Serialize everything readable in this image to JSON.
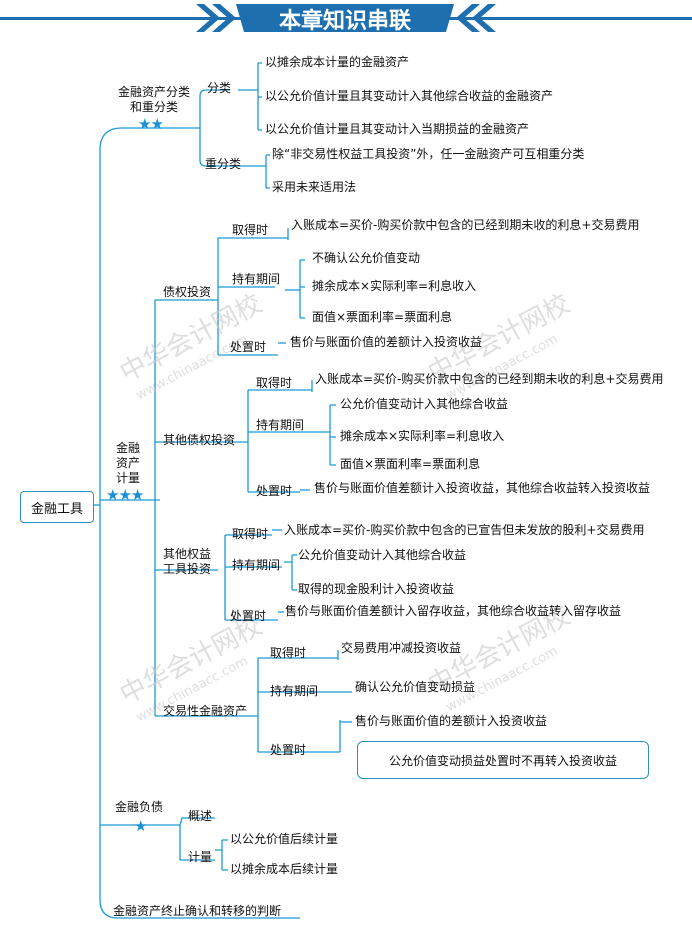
{
  "title": "本章知识串联",
  "watermark": {
    "cn": "中华会计网校",
    "url": "www.chinaacc.com"
  },
  "colors": {
    "line": "#1a9bd7",
    "title_bg": "#1d6fb0",
    "title_text": "#ffffff",
    "star": "#1b8fd6",
    "root_border": "#2a8fbf"
  },
  "root": "金融工具",
  "classification": {
    "label_line1": "金融资产分类",
    "label_line2": "和重分类",
    "stars": "★★",
    "fenlei": {
      "label": "分类",
      "items": [
        "以摊余成本计量的金融资产",
        "以公允价值计量且其变动计入其他综合收益的金融资产",
        "以公允价值计量且其变动计入当期损益的金融资产"
      ]
    },
    "chongfenlei": {
      "label": "重分类",
      "items": [
        "除“非交易性权益工具投资”外，任一金融资产可互相重分类",
        "采用未来适用法"
      ]
    }
  },
  "measurement": {
    "label_line1": "金融",
    "label_line2": "资产",
    "label_line3": "计量",
    "stars": "★★★",
    "debt": {
      "label": "债权投资",
      "acquire_label": "取得时",
      "acquire": "入账成本=买价-购买价款中包含的已经到期未收的利息+交易费用",
      "hold_label": "持有期间",
      "hold": [
        "不确认公允价值变动",
        "摊余成本×实际利率=利息收入",
        "面值×票面利率=票面利息"
      ],
      "dispose_label": "处置时",
      "dispose": "售价与账面价值的差额计入投资收益"
    },
    "other_debt": {
      "label": "其他债权投资",
      "acquire_label": "取得时",
      "acquire": "入账成本=买价-购买价款中包含的已经到期未收的利息+交易费用",
      "hold_label": "持有期间",
      "hold": [
        "公允价值变动计入其他综合收益",
        "摊余成本×实际利率=利息收入",
        "面值×票面利率=票面利息"
      ],
      "dispose_label": "处置时",
      "dispose": "售价与账面价值差额计入投资收益，其他综合收益转入投资收益"
    },
    "other_equity": {
      "label_line1": "其他权益",
      "label_line2": "工具投资",
      "acquire_label": "取得时",
      "acquire": "入账成本=买价-购买价款中包含的已宣告但未发放的股利+交易费用",
      "hold_label": "持有期间",
      "hold": [
        "公允价值变动计入其他综合收益",
        "取得的现金股利计入投资收益"
      ],
      "dispose_label": "处置时",
      "dispose": "售价与账面价值差额计入留存收益，其他综合收益转入留存收益"
    },
    "trading": {
      "label": "交易性金融资产",
      "acquire_label": "取得时",
      "acquire": "交易费用冲减投资收益",
      "hold_label": "持有期间",
      "hold": "确认公允价值变动损益",
      "dispose_label": "处置时",
      "dispose": "售价与账面价值的差额计入投资收益",
      "note": "公允价值变动损益处置时不再转入投资收益"
    }
  },
  "liability": {
    "label": "金融负债",
    "stars": "★",
    "overview": "概述",
    "measure_label": "计量",
    "measure_items": [
      "以公允价值后续计量",
      "以摊余成本后续计量"
    ]
  },
  "derecognition": "金融资产终止确认和转移的判断"
}
